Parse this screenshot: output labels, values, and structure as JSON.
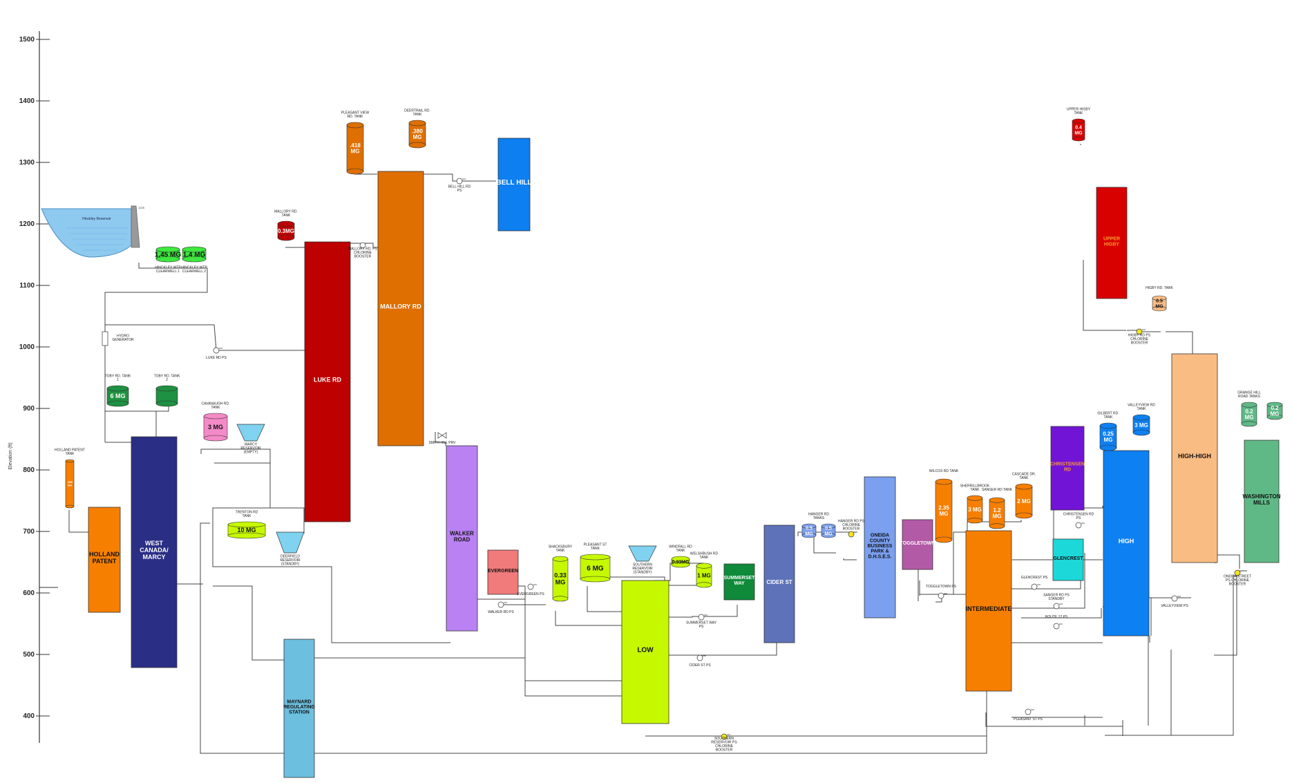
{
  "axis": {
    "label": "Elevation (ft)",
    "ticks": [
      1500,
      1400,
      1300,
      1200,
      1100,
      1000,
      900,
      800,
      700,
      600,
      500,
      400
    ]
  },
  "reservoir": {
    "label": "Hinckley Reservoir",
    "elev": "1225"
  },
  "zones": [
    {
      "id": "holland-patent",
      "label": "HOLLAND PATENT",
      "color": "#f77f00"
    },
    {
      "id": "west-canada-marcy",
      "label": "WEST CANADA/ MARCY",
      "color": "#2b2e85"
    },
    {
      "id": "luke-rd",
      "label": "LUKE RD",
      "color": "#bd0000"
    },
    {
      "id": "mallory-rd",
      "label": "MALLORY RD",
      "color": "#de6f00"
    },
    {
      "id": "bell-hill",
      "label": "BELL HILL",
      "color": "#0d7ff0"
    },
    {
      "id": "walker-road",
      "label": "WALKER ROAD",
      "color": "#b981f2"
    },
    {
      "id": "maynard",
      "label": "MAYNARD REGULATING STATION",
      "color": "#6cbfde"
    },
    {
      "id": "evergreen",
      "label": "EVERGREEN",
      "color": "#f17a7a"
    },
    {
      "id": "low",
      "label": "LOW",
      "color": "#c6f800"
    },
    {
      "id": "summerset-way",
      "label": "SUMMERSET WAY",
      "color": "#0f8a3a"
    },
    {
      "id": "cider-st",
      "label": "CIDER ST",
      "color": "#5d72b8"
    },
    {
      "id": "oneida-county",
      "label": "ONEIDA COUNTY BUSINESS PARK & D.H.S.E.S.",
      "color": "#7aa0ef"
    },
    {
      "id": "toggletown",
      "label": "TOGGLETOWN",
      "color": "#b35aa7"
    },
    {
      "id": "intermediate",
      "label": "INTERMEDIATE",
      "color": "#f77f00"
    },
    {
      "id": "christensen-rd",
      "label": "CHRISTENSEN RD",
      "color": "#7214d6"
    },
    {
      "id": "glencrest",
      "label": "GLENCREST",
      "color": "#1cd8d8"
    },
    {
      "id": "high",
      "label": "HIGH",
      "color": "#0d80f2"
    },
    {
      "id": "upper-higby",
      "label": "UPPER HIGBY",
      "color": "#d90000"
    },
    {
      "id": "high-high",
      "label": "HIGH-HIGH",
      "color": "#f9bc83"
    },
    {
      "id": "washington-mills",
      "label": "WASHINGTON MILLS",
      "color": "#5fb987"
    }
  ],
  "tanks": [
    {
      "id": "clearwell-1",
      "value": "1.45 MG",
      "caption": "HINCKLEY WTP CLEARWELL 1"
    },
    {
      "id": "clearwell-2",
      "value": "1.4 MG",
      "caption": "HINCKLEY WTP CLEARWELL 2"
    },
    {
      "id": "holland-patent-tank",
      "value": ".055 MG",
      "caption": "HOLLAND PATENT TANK"
    },
    {
      "id": "toby-1",
      "value": "6 MG",
      "caption": "TOBY RD. TANK 1"
    },
    {
      "id": "toby-2",
      "value": "",
      "caption": "TOBY RD. TANK 2"
    },
    {
      "id": "cavanaugh",
      "value": "3 MG",
      "caption": "CAVANAUGH RD. TANK"
    },
    {
      "id": "trenton",
      "value": "10 MG",
      "caption": "TRENTON RD TANK"
    },
    {
      "id": "mallory-tank",
      "value": "0.3MG",
      "caption": "MALLORY RD. TANK"
    },
    {
      "id": "pleasant-view",
      "value": ".418 MG",
      "caption": "PLEASANT VIEW RD. TANK"
    },
    {
      "id": "deertrail",
      "value": ".380 MG",
      "caption": "DEERTRAIL RD. TANK"
    },
    {
      "id": "shacksbury",
      "value": "0.33 MG",
      "caption": "SHACKSBURY TANK"
    },
    {
      "id": "pleasant-st",
      "value": "6 MG",
      "caption": "PLEASANT ST TANK"
    },
    {
      "id": "windfall",
      "value": "0.33MG",
      "caption": "WINDFALL RD TANK"
    },
    {
      "id": "welshbush",
      "value": "1 MG",
      "caption": "WELSHBUSH RD TANK"
    },
    {
      "id": "hanger-1",
      "value": "0.5 MG",
      "caption": "HANGER RD TANKS"
    },
    {
      "id": "hanger-2",
      "value": "0.5 MG",
      "caption": ""
    },
    {
      "id": "wilcox",
      "value": "2.35 MG",
      "caption": "WILCOX RD TANK"
    },
    {
      "id": "sherrillbrook",
      "value": "3 MG",
      "caption": "SHERRILLBROOK TANK"
    },
    {
      "id": "sanger",
      "value": "1.2 MG",
      "caption": "SANGER RD TANK"
    },
    {
      "id": "cascade",
      "value": "2 MG",
      "caption": "CASCADE DR. TANK"
    },
    {
      "id": "gilbert",
      "value": "0.25 MG",
      "caption": "GILBERT RD. TANK"
    },
    {
      "id": "valleyview-tank",
      "value": "3 MG",
      "caption": "VALLEYVIEW RD TANK"
    },
    {
      "id": "upper-higby-tank",
      "value": "0.4 MG",
      "caption": "UPPER HIGBY TANK"
    },
    {
      "id": "higby-tank",
      "value": "0.5 MG",
      "caption": "HIGBY RD. TANK"
    },
    {
      "id": "grange-1",
      "value": "0.2 MG",
      "caption": "GRANGE HILL ROAD TANKS"
    },
    {
      "id": "grange-2",
      "value": "0.2 MG",
      "caption": ""
    }
  ],
  "reservoirs": [
    {
      "id": "marcy-res",
      "caption": "MARCY RESERVOIR (EMPTY)"
    },
    {
      "id": "deerfield-res",
      "caption": "DEERFIELD RESERVOIR (STANDBY)"
    },
    {
      "id": "southern-res",
      "caption": "SOUTHERN RESERVOIR (STANDBY)"
    }
  ],
  "stations": [
    {
      "id": "hydro",
      "caption": "HYDRO GENERATOR"
    },
    {
      "id": "luke-ps",
      "caption": "LUKE RD PS"
    },
    {
      "id": "mallory-ps",
      "caption": "MALLORY RD. PS CHLORINE BOOSTER"
    },
    {
      "id": "bell-hill-ps",
      "caption": "BELL HILL RD PS"
    },
    {
      "id": "smith-hill",
      "caption": "SMITH HILL PRV"
    },
    {
      "id": "walker-ps",
      "caption": "WALKER RD PS"
    },
    {
      "id": "evergreen-ps",
      "caption": "EVERGREEN PS"
    },
    {
      "id": "summerset-ps",
      "caption": "SUMMERSET WAY PS"
    },
    {
      "id": "cider-ps",
      "caption": "CIDER ST PS"
    },
    {
      "id": "hanger-ps",
      "caption": "HANGER RD PS CHLORINE BOOSTER"
    },
    {
      "id": "toggletown-ps",
      "caption": "TOGGLETOWN PS"
    },
    {
      "id": "glencrest-ps",
      "caption": "GLENCREST PS"
    },
    {
      "id": "sanger-ps",
      "caption": "SANGER RD PS STANDBY"
    },
    {
      "id": "route12-ps",
      "caption": "ROUTE 12 PS"
    },
    {
      "id": "pleasant-st-ps",
      "caption": "PLEASANT ST PS"
    },
    {
      "id": "christensen-ps",
      "caption": "CHRISTENSEN RD PS"
    },
    {
      "id": "valleyview-ps",
      "caption": "VALLEYVIEW PS"
    },
    {
      "id": "higby-ps",
      "caption": "HIGBY RD PS CHLORINE BOOSTER"
    },
    {
      "id": "oneida-st-ps",
      "caption": "ONEIDA STREET PS CHLORINE BOOSTER"
    },
    {
      "id": "southern-ps",
      "caption": "SOUTHERN RESERVOIR PS CHLORINE BOOSTER"
    }
  ]
}
